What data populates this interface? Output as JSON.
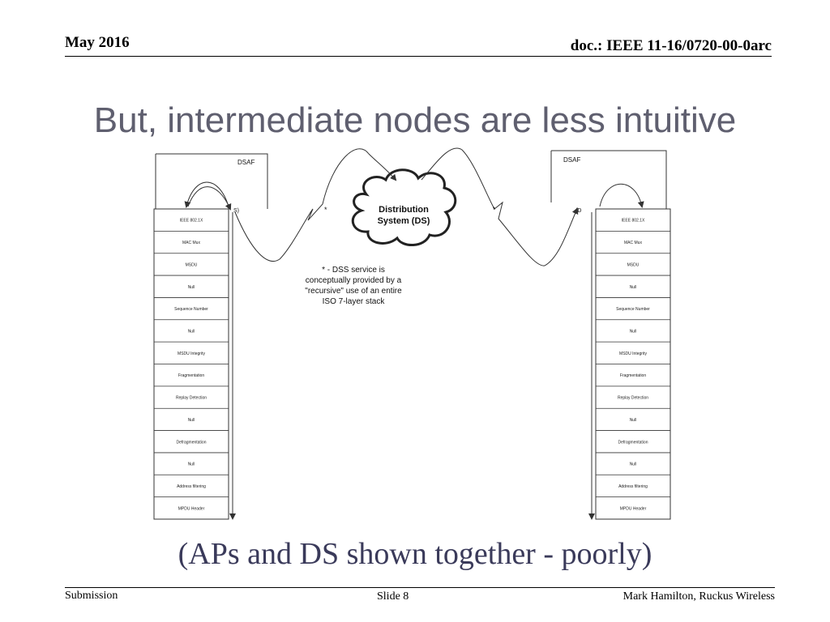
{
  "header": {
    "date": "May 2016",
    "doc": "doc.: IEEE 11-16/0720-00-0arc"
  },
  "title": "But, intermediate nodes are less intuitive",
  "diagram": {
    "dsaf_left": "DSAF",
    "dsaf_right": "DSAF",
    "ds_cloud_line1": "Distribution",
    "ds_cloud_line2": "System (DS)",
    "star_left": "*",
    "star_right": "*",
    "partial_left": "S)",
    "partial_right": "(D",
    "note_lines": [
      "* - DSS service is",
      "conceptually provided by a",
      "\"recursive\" use of an entire",
      "ISO 7-layer stack"
    ],
    "stack_rows": [
      "IEEE 802.1X",
      "MAC Mux",
      "MSDU",
      "Null",
      "Sequence Number",
      "Null",
      "MSDU Integrity",
      "Fragmentation",
      "Replay Detection",
      "Null",
      "Defragmentation",
      "Null",
      "Address filtering",
      "MPDU Header"
    ]
  },
  "caption": "(APs and DS shown together - poorly)",
  "footer": {
    "left": "Submission",
    "center": "Slide 8",
    "right": "Mark Hamilton, Ruckus Wireless"
  }
}
